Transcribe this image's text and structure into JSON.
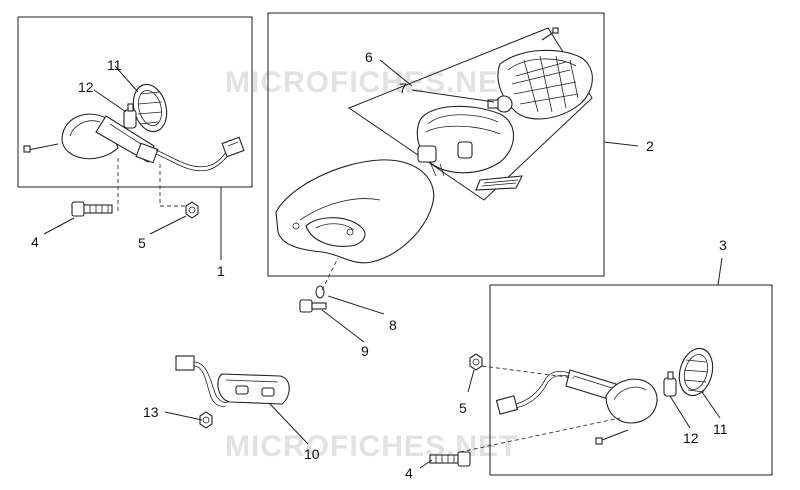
{
  "watermark": "MICROFICHES.NET",
  "callouts": {
    "n1": "1",
    "n2": "2",
    "n3": "3",
    "n4a": "4",
    "n4b": "4",
    "n5a": "5",
    "n5b": "5",
    "n6": "6",
    "n7": "7",
    "n8": "8",
    "n9": "9",
    "n10": "10",
    "n11a": "11",
    "n11b": "11",
    "n12a": "12",
    "n12b": "12",
    "n13": "13"
  }
}
